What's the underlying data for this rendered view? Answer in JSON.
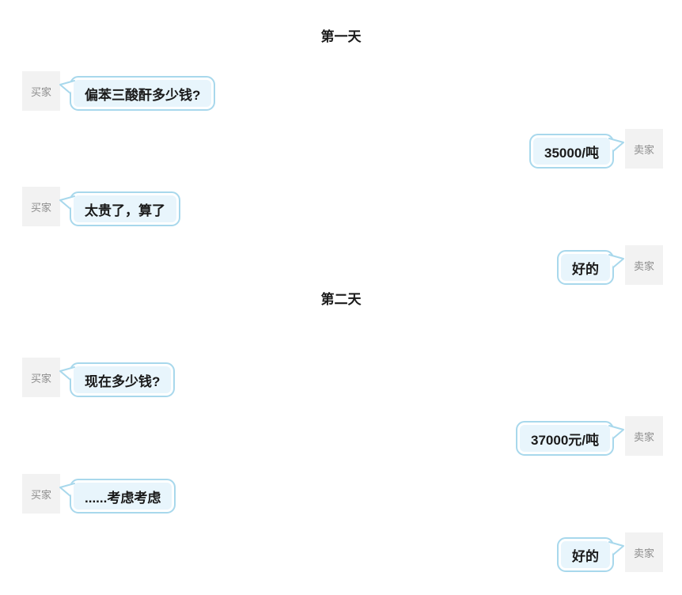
{
  "roles": {
    "buyer": "买家",
    "seller": "卖家"
  },
  "colors": {
    "bubble_fill": "#e8f5fc",
    "bubble_border": "#a8d8ec",
    "label_bg": "#f2f2f2",
    "label_text": "#8c8c8c",
    "text": "#1a1a1a"
  },
  "sections": [
    {
      "title": "第一天",
      "messages": [
        {
          "role": "buyer",
          "text": "偏苯三酸酐多少钱?"
        },
        {
          "role": "seller",
          "text": "35000/吨"
        },
        {
          "role": "buyer",
          "text": "太贵了，算了"
        },
        {
          "role": "seller",
          "text": "好的"
        }
      ]
    },
    {
      "title": "第二天",
      "messages": [
        {
          "role": "buyer",
          "text": "现在多少钱?"
        },
        {
          "role": "seller",
          "text": "37000元/吨"
        },
        {
          "role": "buyer",
          "text": "......考虑考虑"
        },
        {
          "role": "seller",
          "text": "好的"
        }
      ]
    }
  ]
}
